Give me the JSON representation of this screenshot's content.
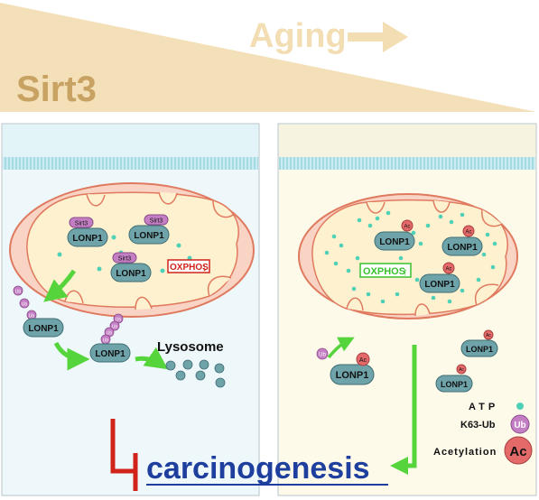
{
  "header": {
    "aging_label": "Aging",
    "sirt3_label": "Sirt3"
  },
  "left_cell": {
    "mitochondrion": {
      "complexes": [
        {
          "sirt3_tag": "Sirt3",
          "protein": "LONP1"
        },
        {
          "sirt3_tag": "Sirt3",
          "protein": "LONP1"
        },
        {
          "sirt3_tag": "Sirt3",
          "protein": "LONP1"
        }
      ],
      "oxphos_label": "OXPHOS",
      "oxphos_arrow": "↓"
    },
    "ub_tag": "Ub",
    "lonp1_free_1": "LONP1",
    "lonp1_free_2": "LONP1",
    "lysosome_label": "Lysosome"
  },
  "right_cell": {
    "mitochondrion": {
      "proteins": [
        "LONP1",
        "LONP1",
        "LONP1"
      ],
      "ac_tag": "Ac",
      "oxphos_label": "OXPHOS",
      "oxphos_arrow": "↑"
    },
    "ub_tag": "Ub",
    "ac_tag": "Ac",
    "lonp1_cytosol": [
      "LONP1",
      "LONP1",
      "LONP1"
    ]
  },
  "legend": {
    "atp_label": "ATP",
    "k63_label": "K63-Ub",
    "ub_symbol": "Ub",
    "acetylation_label": "Acetylation",
    "ac_symbol": "Ac"
  },
  "outcome_label": "carcinogenesis",
  "colors": {
    "aging_gold": "#f3ddb3",
    "sirt3_gold": "#c8a262",
    "left_cell_bg": "#eef8fb",
    "right_cell_bg": "#fdfaea",
    "membrane": "#a8dde8",
    "mito_outer": "#f9d3c4",
    "mito_inner": "#fdf1cf",
    "mito_stroke": "#e07a5f",
    "lonp1_fill": "#6ea3aa",
    "sirt3_fill": "#c47fc4",
    "ac_fill": "#e46a6a",
    "atp_dot": "#4fd1b8",
    "green_arrow": "#55d53b",
    "red_bracket": "#d2231b",
    "carcinogenesis_blue": "#1f3f9e",
    "oxphos_down": "#d2231b",
    "oxphos_up": "#39c12e"
  }
}
